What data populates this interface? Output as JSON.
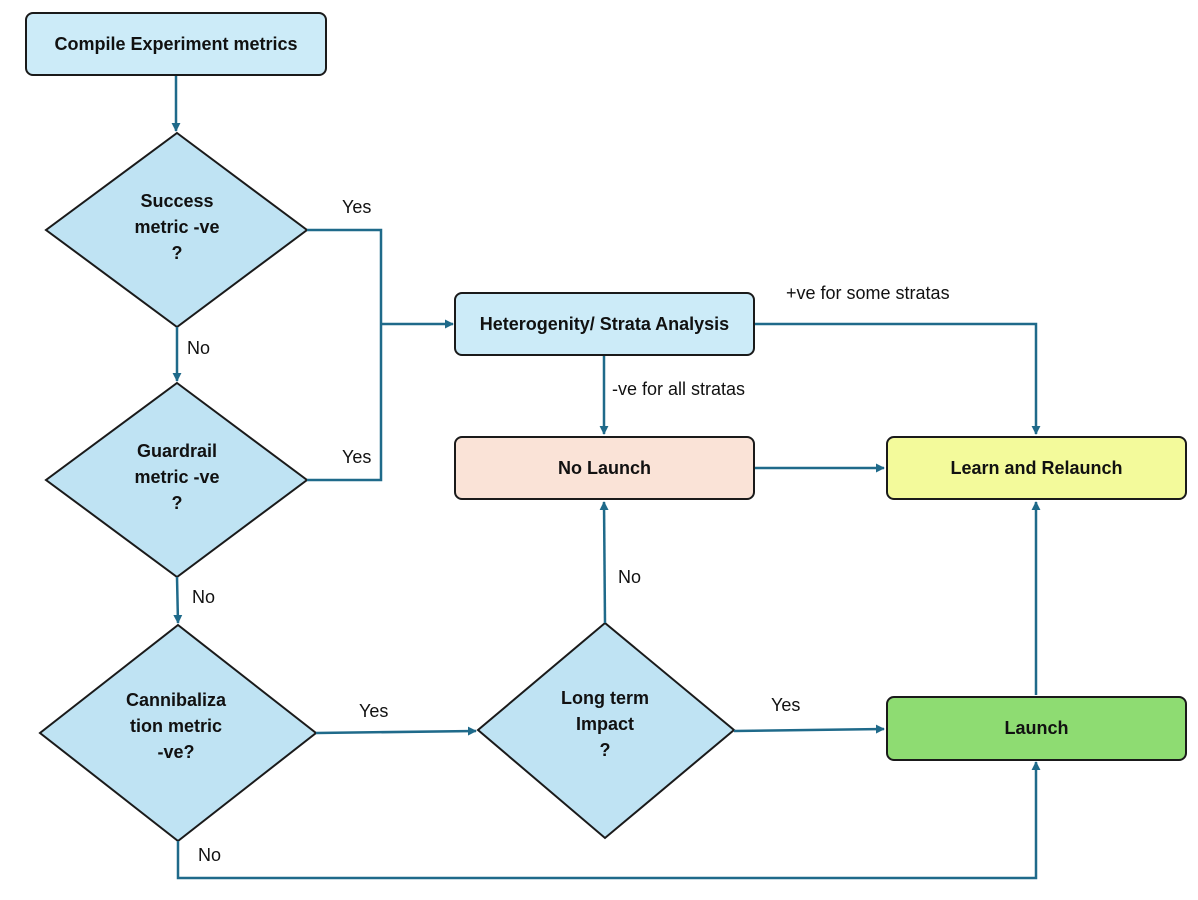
{
  "nodes": {
    "compile": "Compile Experiment metrics",
    "success": [
      "Success",
      "metric -ve",
      "?"
    ],
    "guardrail": [
      "Guardrail",
      "metric -ve",
      "?"
    ],
    "cannibalization": [
      "Cannibaliza",
      "tion metric",
      "-ve?"
    ],
    "strata": "Heterogenity/ Strata Analysis",
    "no_launch": "No Launch",
    "relaunch": "Learn and Relaunch",
    "long_term": [
      "Long term",
      "Impact",
      "?"
    ],
    "launch": "Launch"
  },
  "edge_labels": {
    "success_yes": "Yes",
    "success_no": "No",
    "guardrail_yes": "Yes",
    "guardrail_no": "No",
    "cannibal_yes": "Yes",
    "cannibal_no": "No",
    "strata_pos": "+ve for some stratas",
    "strata_neg": "-ve for all stratas",
    "longterm_no": "No",
    "longterm_yes": "Yes"
  },
  "colors": {
    "line": "#1f6a8a",
    "diamond_fill": "#bfe3f3",
    "box_blue": "#ccebf8",
    "box_peach": "#fae3d7",
    "box_yellow": "#f3fa9b",
    "box_green": "#8edc72"
  }
}
